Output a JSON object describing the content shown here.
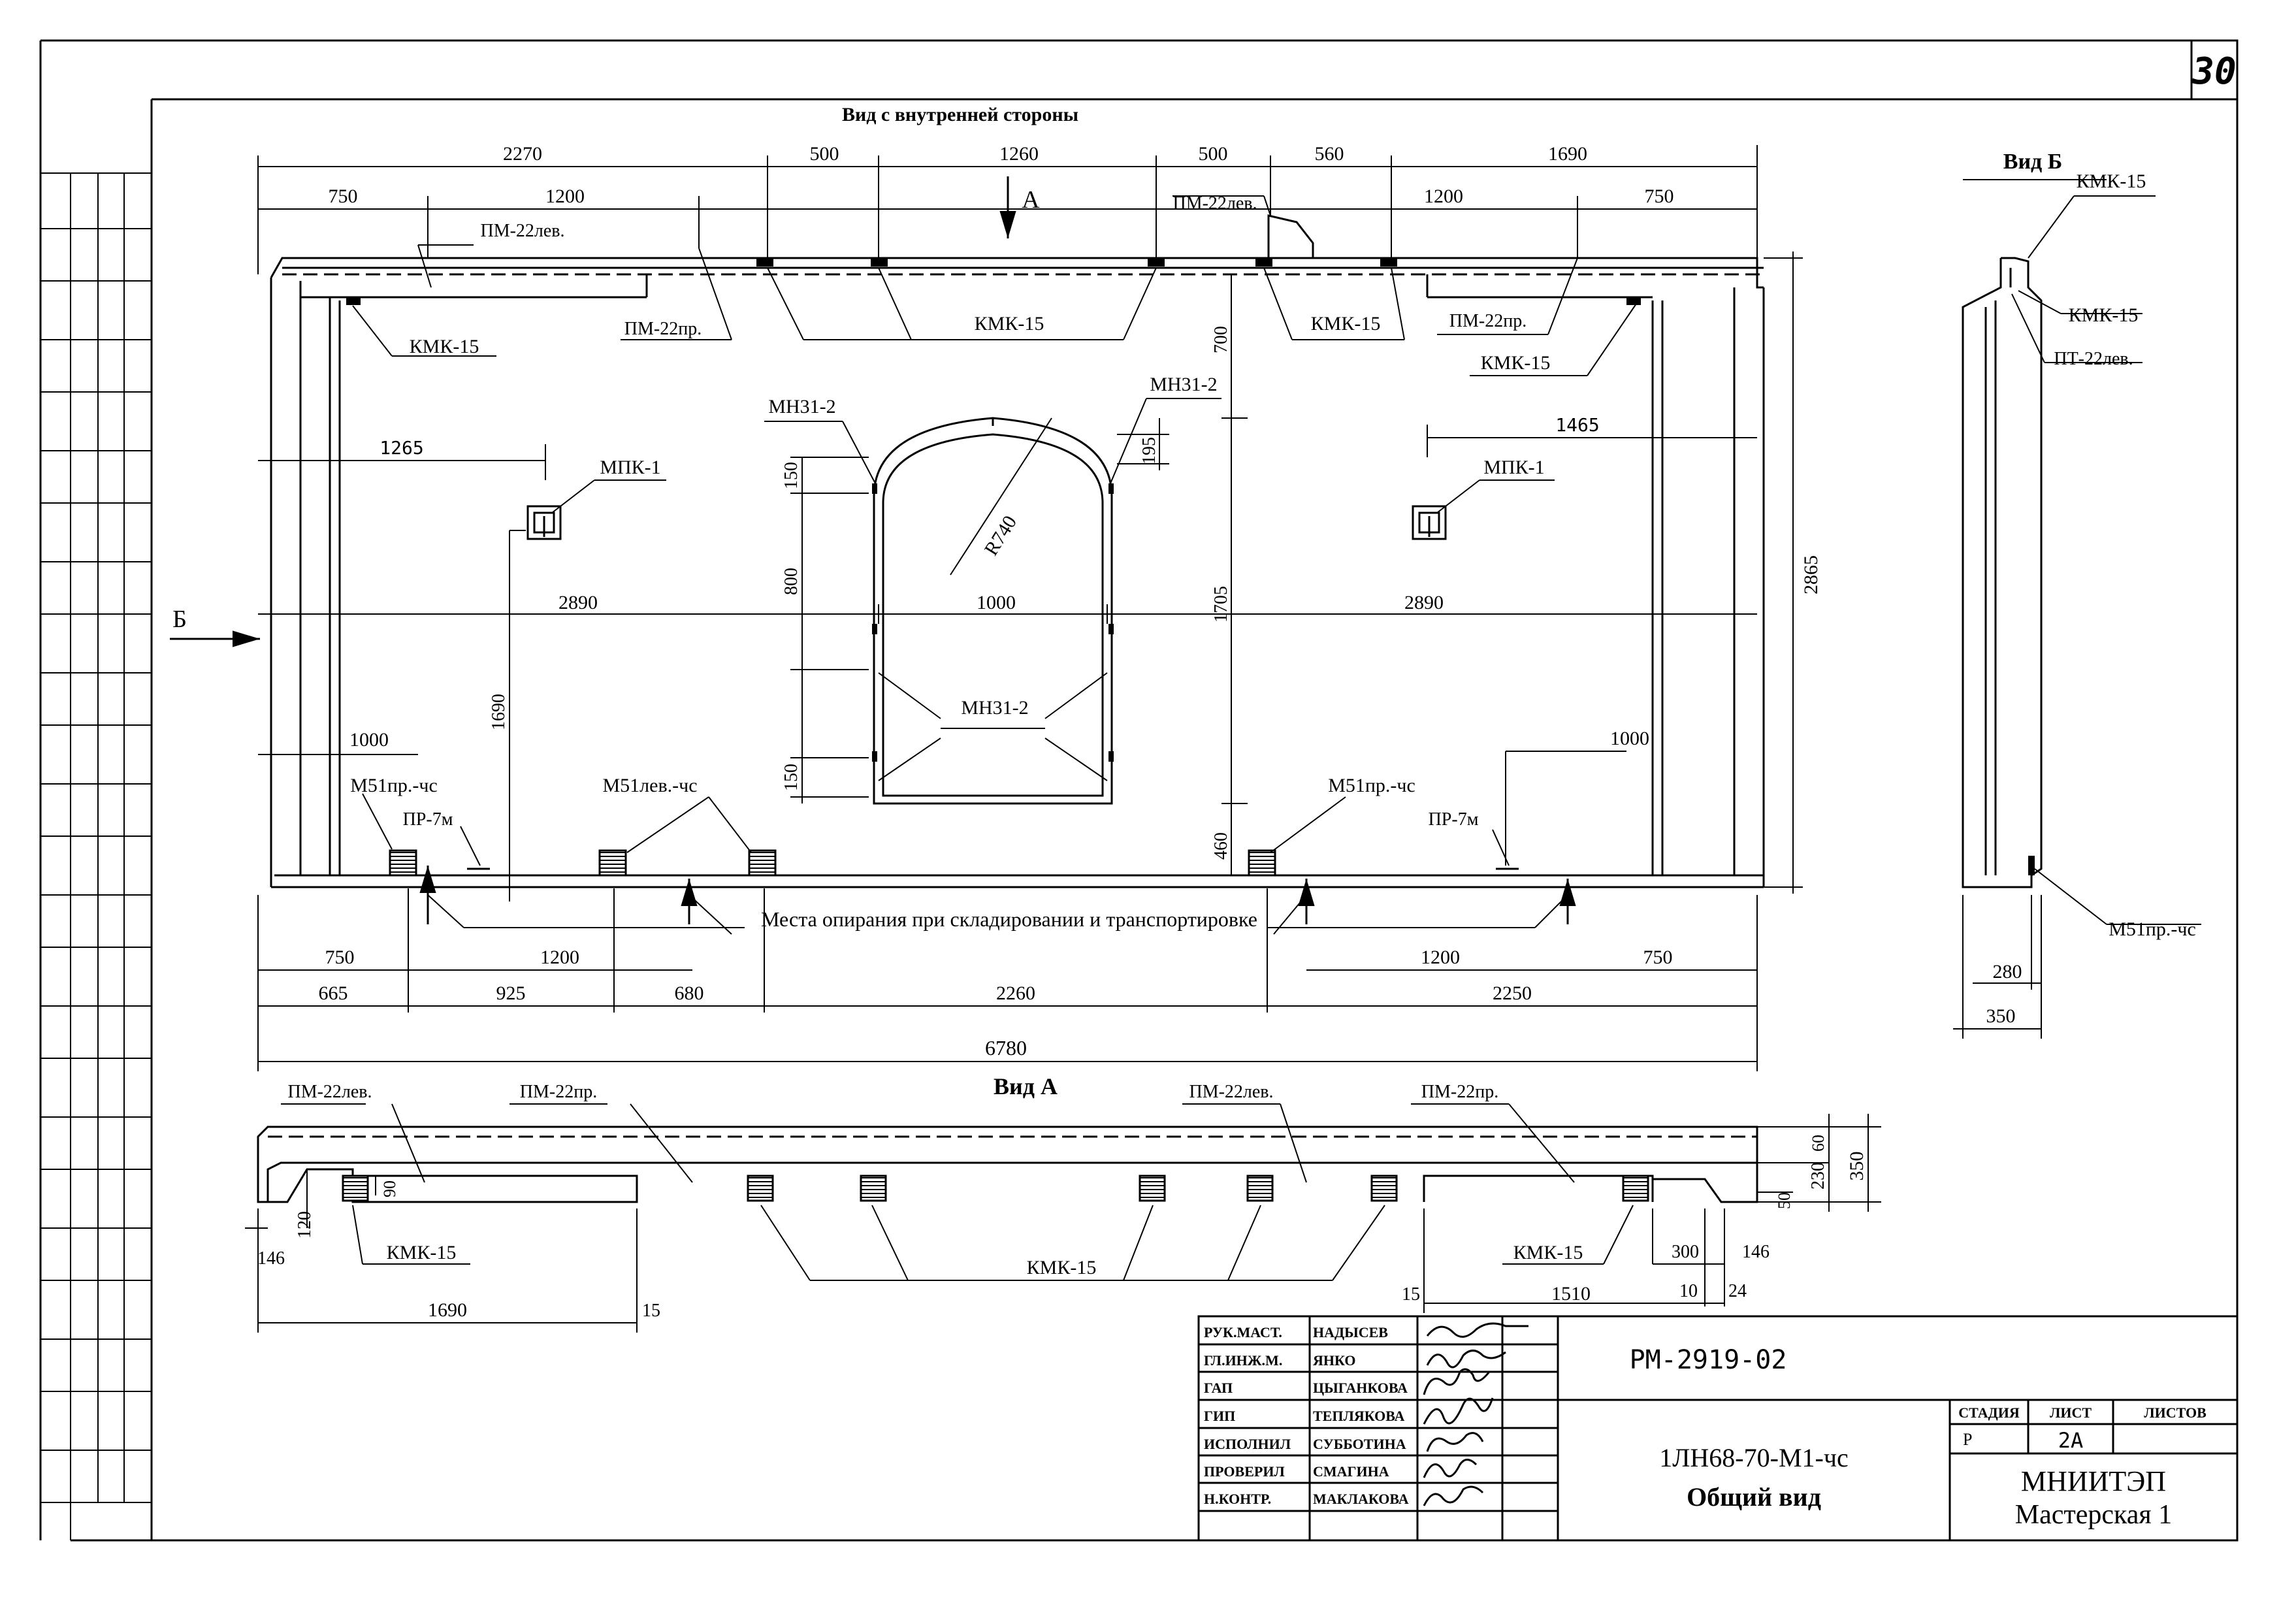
{
  "sheet_number": "30",
  "views": {
    "inner_view_title": "Вид с внутренней стороны",
    "view_a_title": "Вид А",
    "view_b_title": "Вид Б",
    "arrow_a": "А",
    "arrow_b": "Б"
  },
  "main_dims": {
    "top_row1": [
      "2270",
      "500",
      "1260",
      "500",
      "560",
      "1690"
    ],
    "top_row2": [
      "750",
      "1200",
      "1200",
      "750"
    ],
    "left_1265": "1265",
    "right_1465": "1465",
    "horiz_2890_left": "2890",
    "horiz_1000": "1000",
    "horiz_2890_right": "2890",
    "d150_top": "150",
    "d800": "800",
    "d150_bot": "150",
    "d195": "195",
    "d700": "700",
    "d1705": "1705",
    "d460": "460",
    "d2865": "2865",
    "d1690_vert": "1690",
    "d1000_left": "1000",
    "d1000_right": "1000",
    "bottom_row1": [
      "750",
      "1200",
      "1200",
      "750"
    ],
    "bottom_row2": [
      "665",
      "925",
      "680",
      "2260",
      "2250"
    ],
    "overall": "6780",
    "radius": "R740"
  },
  "main_labels": {
    "pm22lev_1": "ПМ-22лев.",
    "pm22lev_2": "ПМ-22лев.",
    "pm22pr_1": "ПМ-22пр.",
    "pm22pr_2": "ПМ-22пр.",
    "kmk15_a": "КМК-15",
    "kmk15_b": "КМК-15",
    "kmk15_c": "КМК-15",
    "kmk15_d": "КМК-15",
    "mn31_left": "МН31-2",
    "mn31_right": "МН31-2",
    "mn31_center": "МН31-2",
    "mpk1_left": "МПК-1",
    "mpk1_right": "МПК-1",
    "m51pr_left": "М51пр.-чс",
    "m51lev": "М51лев.-чс",
    "m51pr_right": "М51пр.-чс",
    "pr7m_left": "ПР-7м",
    "pr7m_right": "ПР-7м",
    "support_note": "Места опирания при складировании и транспортировке"
  },
  "view_a": {
    "pm22lev_1": "ПМ-22лев.",
    "pm22pr_1": "ПМ-22пр.",
    "pm22lev_2": "ПМ-22лев.",
    "pm22pr_2": "ПМ-22пр.",
    "kmk15_left": "КМК-15",
    "kmk15_center": "КМК-15",
    "kmk15_right": "КМК-15",
    "d146_left": "146",
    "d120": "120",
    "d90": "90",
    "d1690": "1690",
    "d15_left": "15",
    "d15_right": "15",
    "d1510": "1510",
    "d300": "300",
    "d146_right": "146",
    "d10": "10",
    "d24": "24",
    "d60": "60",
    "d230": "230",
    "d350": "350",
    "d50": "50"
  },
  "view_b": {
    "kmk15_top": "КМК-15",
    "kmk15_mid": "КМК-15",
    "pt22lev": "ПТ-22лев.",
    "m51pr": "М51пр.-чс",
    "d280": "280",
    "d350": "350"
  },
  "title_block": {
    "roles": [
      "РУК.МАСТ.",
      "ГЛ.ИНЖ.М.",
      "ГАП",
      "ГИП",
      "ИСПОЛНИЛ",
      "ПРОВЕРИЛ",
      "Н.КОНТР."
    ],
    "names": [
      "НАДЫСЕВ",
      "ЯНКО",
      "ЦЫГАНКОВА",
      "ТЕПЛЯКОВА",
      "СУББОТИНА",
      "СМАГИНА",
      "МАКЛАКОВА"
    ],
    "doc_code": "РМ-2919-02",
    "product_code": "1ЛН68-70-М1-чс",
    "sheet_title": "Общий вид",
    "stage_header": "СТАДИЯ",
    "sheet_header": "ЛИСТ",
    "sheets_header": "ЛИСТОВ",
    "stage_value": "Р",
    "sheet_value": "2А",
    "org": "МНИИТЭП",
    "workshop": "Мастерская 1"
  }
}
